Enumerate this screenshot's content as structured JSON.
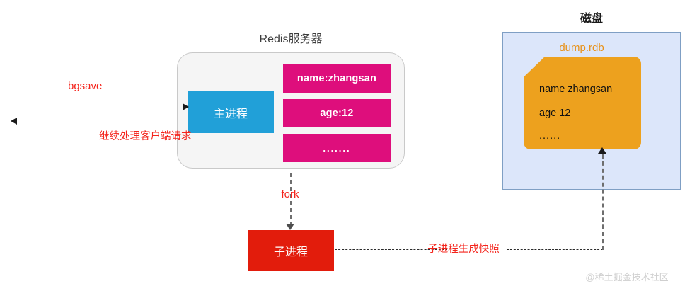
{
  "diagram": {
    "title_redis": "Redis服务器",
    "title_disk": "磁盘",
    "dump_file": "dump.rdb"
  },
  "redis_server": {
    "label": "Redis服务器",
    "main_process": "主进程",
    "memory_rows": [
      "name:zhangsan",
      "age:12",
      "......."
    ]
  },
  "disk": {
    "label": "磁盘",
    "file_label": "dump.rdb",
    "rdb_lines": [
      "name zhangsan",
      "age 12",
      "......"
    ]
  },
  "child_process": {
    "label": "子进程"
  },
  "annotations": {
    "bgsave": "bgsave",
    "continue_serving": "继续处理客户端请求",
    "fork": "fork",
    "snapshot": "子进程生成快照"
  },
  "colors": {
    "main_process_blue": "#21a0d8",
    "memory_magenta": "#de0e7c",
    "child_process_red": "#e21c0c",
    "rdb_orange": "#eda11e",
    "disk_panel_blue": "#dce6fa",
    "annotation_red": "#f4241c"
  },
  "watermark": "@稀土掘金技术社区"
}
